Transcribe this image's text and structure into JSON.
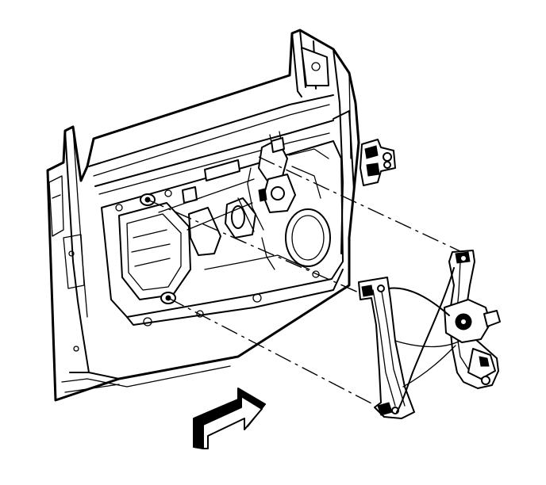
{
  "figure": {
    "subject": "door-window-regulator-installation",
    "arrow_direction": "toward-door-inner-panel",
    "icons": [
      "door-inner-panel",
      "window-regulator-assembly",
      "regulator-motor",
      "installation-direction-arrow",
      "mounting-hole-callout-lines"
    ]
  }
}
